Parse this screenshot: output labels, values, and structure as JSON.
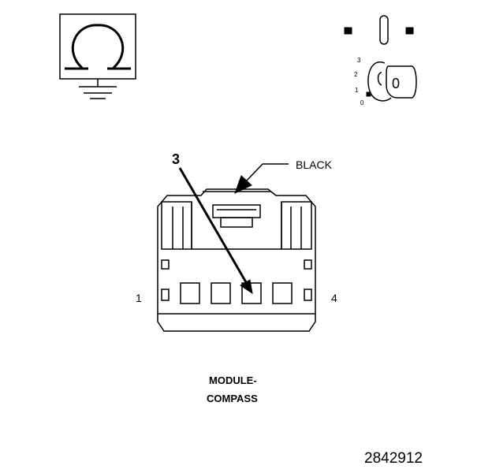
{
  "symbols": {
    "ohmmeter_icon": "ohm-ground-icon",
    "ignition_icon": "ignition-key-icon",
    "key_positions": [
      "3",
      "2",
      "1",
      "0"
    ],
    "key_label": "0"
  },
  "connector": {
    "color_label": "BLACK",
    "pin_callout": "3",
    "pin_left": "1",
    "pin_right": "4",
    "name_line1": "MODULE-",
    "name_line2": "COMPASS"
  },
  "figure_id": "2842912",
  "colors": {
    "line": "#000000",
    "background": "#ffffff"
  }
}
